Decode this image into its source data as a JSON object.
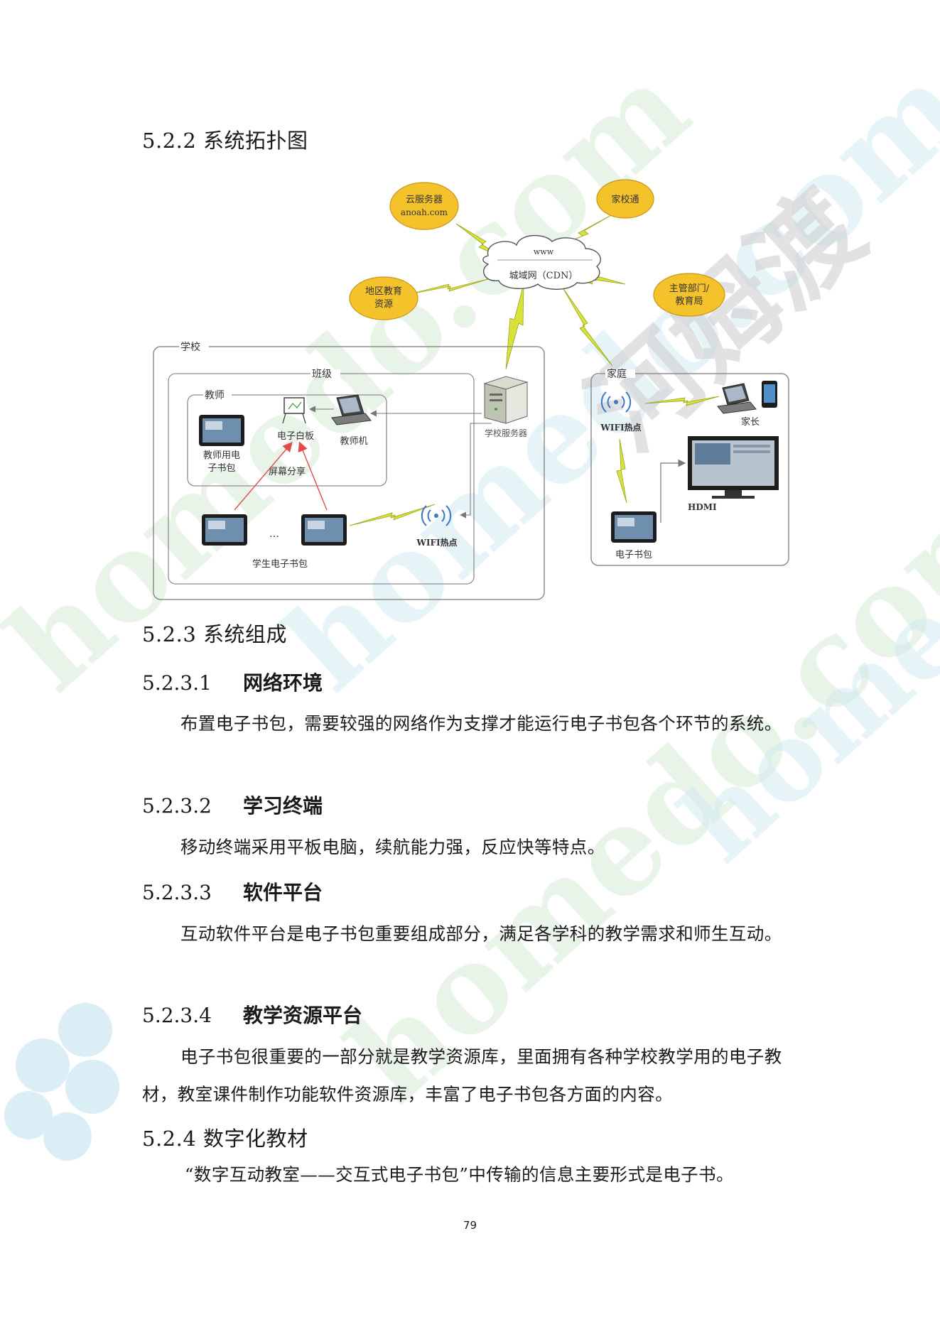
{
  "sections": {
    "s522": "5.2.2 系统拓扑图",
    "s523": "5.2.3 系统组成",
    "s5231": {
      "num": "5.2.3.1",
      "title": "网络环境",
      "body": "布置电子书包，需要较强的网络作为支撑才能运行电子书包各个环节的系统。"
    },
    "s5232": {
      "num": "5.2.3.2",
      "title": "学习终端",
      "body": "移动终端采用平板电脑，续航能力强，反应快等特点。"
    },
    "s5233": {
      "num": "5.2.3.3",
      "title": "软件平台",
      "body": "互动软件平台是电子书包重要组成部分，满足各学科的教学需求和师生互动。"
    },
    "s5234": {
      "num": "5.2.3.4",
      "title": "教学资源平台",
      "body": "电子书包很重要的一部分就是教学资源库，里面拥有各种学校教学用的电子教材，教室课件制作功能软件资源库，丰富了电子书包各方面的内容。"
    },
    "s524": "5.2.4 数字化教材",
    "s524_body": "“数字互动教室——交互式电子书包”中传输的信息主要形式是电子书。"
  },
  "diagram": {
    "cloud_server_1": "云服务器",
    "cloud_server_2": "anoah.com",
    "home_school": "家校通",
    "regional_1": "地区教育",
    "regional_2": "资源",
    "authority_1": "主管部门/",
    "authority_2": "教育局",
    "www": "www",
    "wan": "城域网（CDN）",
    "school": "学校",
    "class": "班级",
    "teacher": "教师",
    "whiteboard": "电子白板",
    "teacher_pc": "教师机",
    "teacher_ebook_1": "教师用电",
    "teacher_ebook_2": "子书包",
    "screen_share": "屏幕分享",
    "school_server": "学校服务器",
    "wifi_school": "WIFI热点",
    "student_ebook": "学生电子书包",
    "ellipsis": "…",
    "home": "家庭",
    "wifi_home": "WIFI热点",
    "parent": "家长",
    "hdmi": "HDMI",
    "home_ebook": "电子书包"
  },
  "watermark": {
    "site": "homedo.com",
    "brand": "河姆渡"
  },
  "page_number": "79",
  "colors": {
    "bubble": "#f4c22b",
    "bubble_stroke": "#c9961a",
    "arrow_red": "#e24b4b",
    "lightning": "#d8e23a",
    "wifi_blue": "#3a78c9",
    "frame": "#8e8e8e"
  }
}
